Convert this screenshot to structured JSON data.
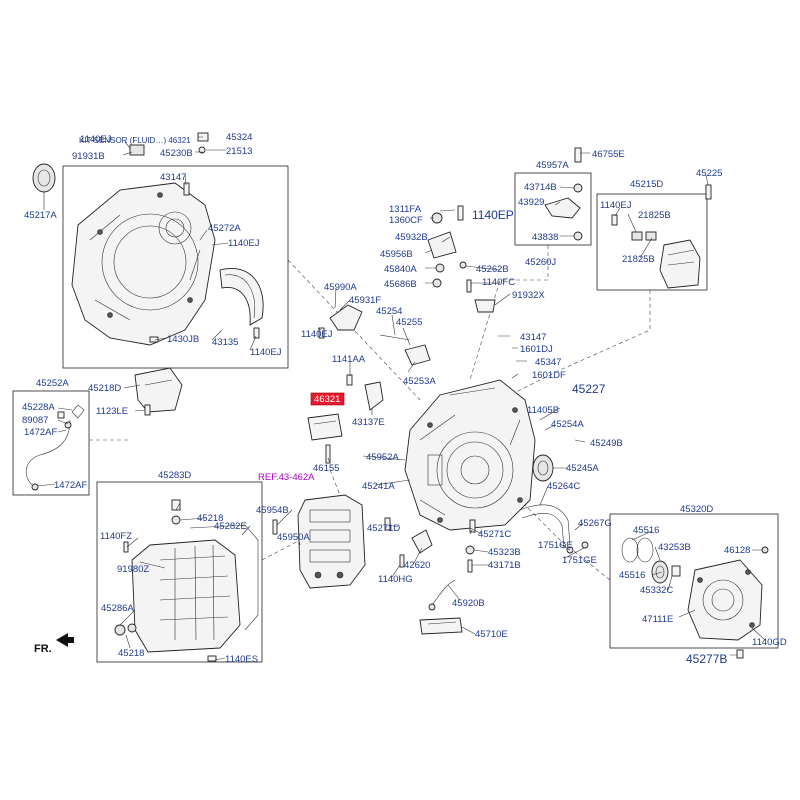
{
  "highlight_color": "#e8192c",
  "label_color": "#1f3a8f",
  "ref_color": "#b000c8",
  "fr_label": "FR.",
  "ref_label": "REF.43-462A",
  "highlighted_part": "46321",
  "tiny_note": "KIT-SENSOR (FLUID…) 46321",
  "group_titles": {
    "g45957A": "45957A",
    "g45215D": "45215D",
    "g45252A": "45252A",
    "g45283D": "45283D",
    "g45320D": "45320D"
  },
  "callouts": [
    "1140EJ",
    "91931B",
    "45230B",
    "45324",
    "21513",
    "45217A",
    "43147",
    "45272A",
    "1140EJ",
    "1430JB",
    "43135",
    "1140EJ",
    "46755E",
    "43714B",
    "43929",
    "43838",
    "45225",
    "1140EJ",
    "21825B",
    "21825B",
    "1311FA",
    "1360CF",
    "1140EP",
    "45932B",
    "45956B",
    "45840A",
    "45686B",
    "45262B",
    "45260J",
    "1140FC",
    "91932X",
    "45990A",
    "45931F",
    "45254",
    "45255",
    "1140EJ",
    "43147",
    "1601DJ",
    "45347",
    "1601DF",
    "1141AA",
    "45253A",
    "45227",
    "45218D",
    "1123LE",
    "45228A",
    "89087",
    "1472AF",
    "1472AF",
    "43137E",
    "11405B",
    "45254A",
    "45249B",
    "46155",
    "45952A",
    "45245A",
    "45241A",
    "45264C",
    "45954B",
    "45950A",
    "45271D",
    "45271C",
    "45267G",
    "45323B",
    "1751GE",
    "1751GE",
    "43171B",
    "42620",
    "1140HG",
    "45920B",
    "45710E",
    "1140FZ",
    "91980Z",
    "45218",
    "45282E",
    "45286A",
    "45218",
    "1140ES",
    "45516",
    "45516",
    "43253B",
    "46128",
    "45332C",
    "47111E",
    "1140GD",
    "45277B"
  ]
}
